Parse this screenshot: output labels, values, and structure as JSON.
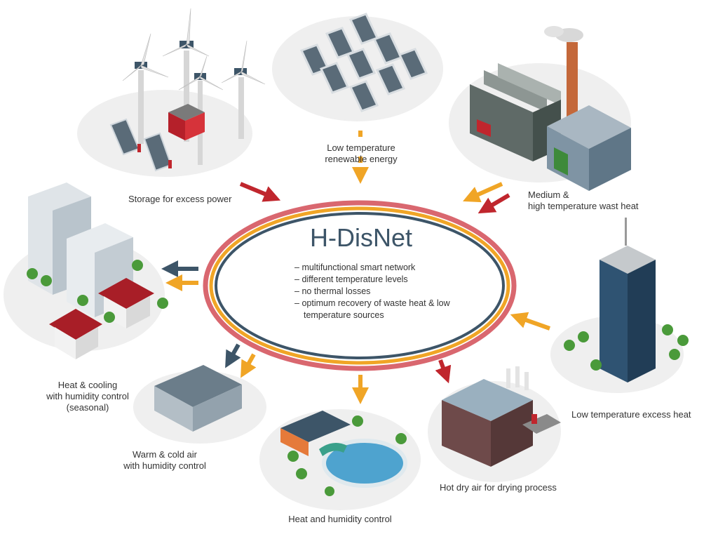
{
  "title": "H-DisNet",
  "bullets": [
    "multifunctional smart network",
    "different temperature levels",
    "no thermal losses",
    "optimum recovery of waste heat & low temperature sources"
  ],
  "labels": {
    "storage": "Storage for excess power",
    "low_temp_renewable": [
      "Low temperature",
      "renewable energy"
    ],
    "medium_high_heat": [
      "Medium &",
      "high temperature wast heat"
    ],
    "heat_cooling": [
      "Heat & cooling",
      "with humidity control",
      "(seasonal)"
    ],
    "warm_cold_air": [
      "Warm & cold air",
      "with humidity control"
    ],
    "heat_humidity": "Heat and humidity control",
    "hot_dry_air": "Hot dry air for drying process",
    "low_temp_excess": "Low temperature excess heat"
  },
  "colors": {
    "ring_outer": "#d9676f",
    "ring_middle": "#f0a526",
    "ring_inner": "#3d5568",
    "arrow_red": "#c0262d",
    "arrow_orange": "#f0a526",
    "arrow_blue": "#3d5568"
  }
}
